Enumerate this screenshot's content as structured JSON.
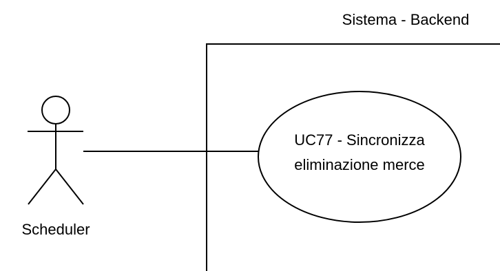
{
  "system": {
    "title": "Sistema - Backend"
  },
  "actor": {
    "name": "Scheduler"
  },
  "use_case": {
    "line1": "UC77 - Sincronizza",
    "line2": "eliminazione merce"
  },
  "colors": {
    "stroke": "#000000",
    "background": "#ffffff",
    "text": "#000000"
  }
}
